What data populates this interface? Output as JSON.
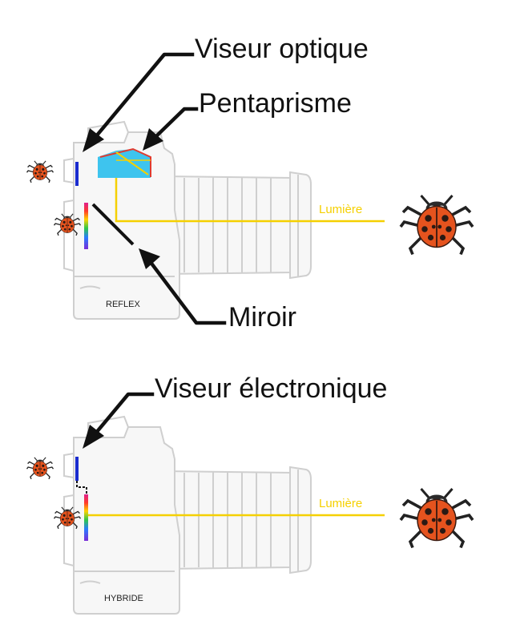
{
  "reflex": {
    "callouts": {
      "viewfinder": "Viseur optique",
      "pentaprism": "Pentaprisme",
      "mirror": "Miroir"
    },
    "camera_label": "REFLEX",
    "light_label": "Lumière"
  },
  "hybrid": {
    "callouts": {
      "viewfinder": "Viseur électronique"
    },
    "camera_label": "HYBRIDE",
    "light_label": "Lumière"
  },
  "colors": {
    "light_beam": "#f5d000",
    "prism": "#3ec4ee",
    "prism_edge": "#e03a2f",
    "viewfinder_bar": "#1a2ccf",
    "ladybug": "#e5531e",
    "camera_outline": "#cfcfcf"
  },
  "icons": [
    "ladybug-icon",
    "arrow-icon"
  ]
}
